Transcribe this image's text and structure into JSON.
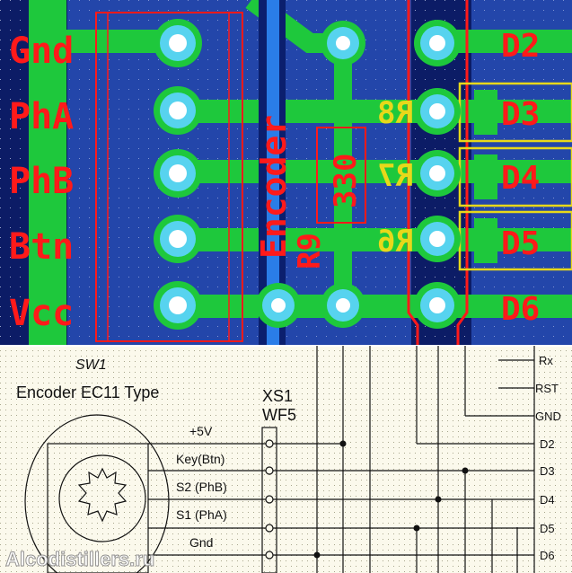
{
  "pcb": {
    "connector_labels": [
      "Gnd",
      "PhA",
      "PhB",
      "Btn",
      "Vcc"
    ],
    "component_label": "Encoder",
    "resistor_value": "330",
    "resistor_ref": "R9",
    "mirrored_refs": [
      "R8",
      "R7",
      "R6"
    ],
    "pin_labels": [
      "D2",
      "D3",
      "D4",
      "D5",
      "D6"
    ]
  },
  "schematic": {
    "part_ref": "SW1",
    "part_name": "Encoder EC11 Type",
    "connector_ref": "XS1",
    "connector_type": "WF5",
    "encoder_pins": [
      "+5V",
      "Key(Btn)",
      "S2 (PhB)",
      "S1 (PhA)",
      "Gnd"
    ],
    "right_pins": [
      "Rx",
      "RST",
      "GND",
      "D2",
      "D3",
      "D4",
      "D5",
      "D6"
    ],
    "watermark": "Alcodistillers.ru"
  },
  "colors": {
    "board": "#1f3fa0",
    "board_dark": "#0b1f6e",
    "copper": "#1ec83c",
    "pad": "#57d3ef",
    "silk_red": "#ff1a1a",
    "silk_yellow": "#e8d81a"
  }
}
